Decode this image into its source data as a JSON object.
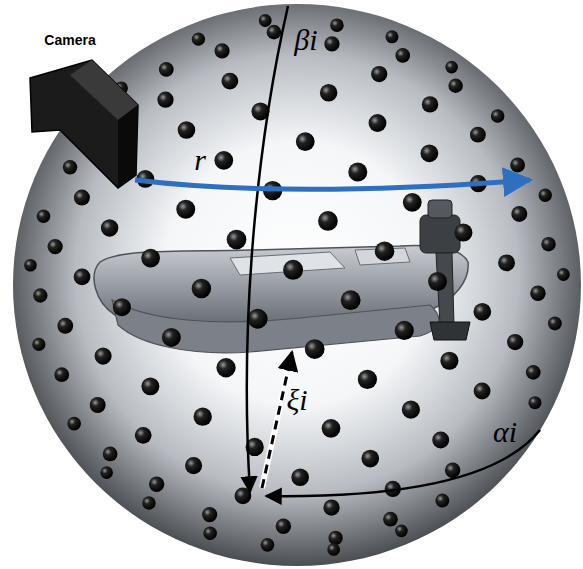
{
  "diagram": {
    "labels": [
      "Camera",
      "βi",
      "r",
      "ξi",
      "αi"
    ]
  }
}
